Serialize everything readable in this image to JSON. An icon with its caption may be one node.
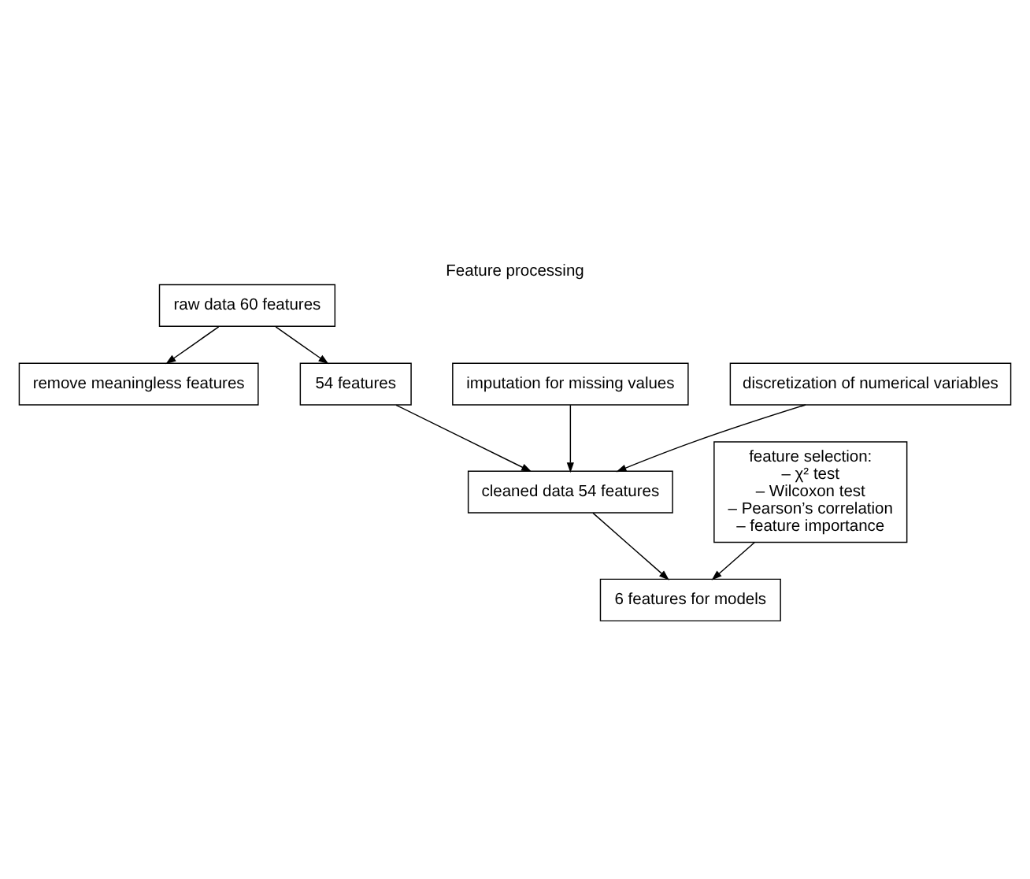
{
  "diagram": {
    "title": "Feature processing",
    "nodes": [
      {
        "text": [
          "raw data 60 features"
        ]
      },
      {
        "text": [
          "remove meaningless features"
        ]
      },
      {
        "text": [
          "54 features"
        ]
      },
      {
        "text": [
          "imputation for missing values"
        ]
      },
      {
        "text": [
          "discretization of numerical variables"
        ]
      },
      {
        "text": [
          "cleaned data 54 features"
        ]
      },
      {
        "text": [
          "feature selection:",
          "– χ² test",
          "– Wilcoxon test",
          "– Pearson’s correlation",
          "– feature importance"
        ]
      },
      {
        "text": [
          "6 features for models"
        ]
      }
    ],
    "edges": [
      {
        "from": 0,
        "to": 1,
        "arrow": "to"
      },
      {
        "from": 0,
        "to": 2,
        "arrow": "to"
      },
      {
        "from": 2,
        "to": 5,
        "arrow": "to"
      },
      {
        "from": 3,
        "to": 5,
        "arrow": "to"
      },
      {
        "from": 4,
        "to": 5,
        "arrow": "to"
      },
      {
        "from": 5,
        "to": 7,
        "arrow": "to"
      },
      {
        "from": 6,
        "to": 7,
        "arrow": "to"
      }
    ]
  }
}
